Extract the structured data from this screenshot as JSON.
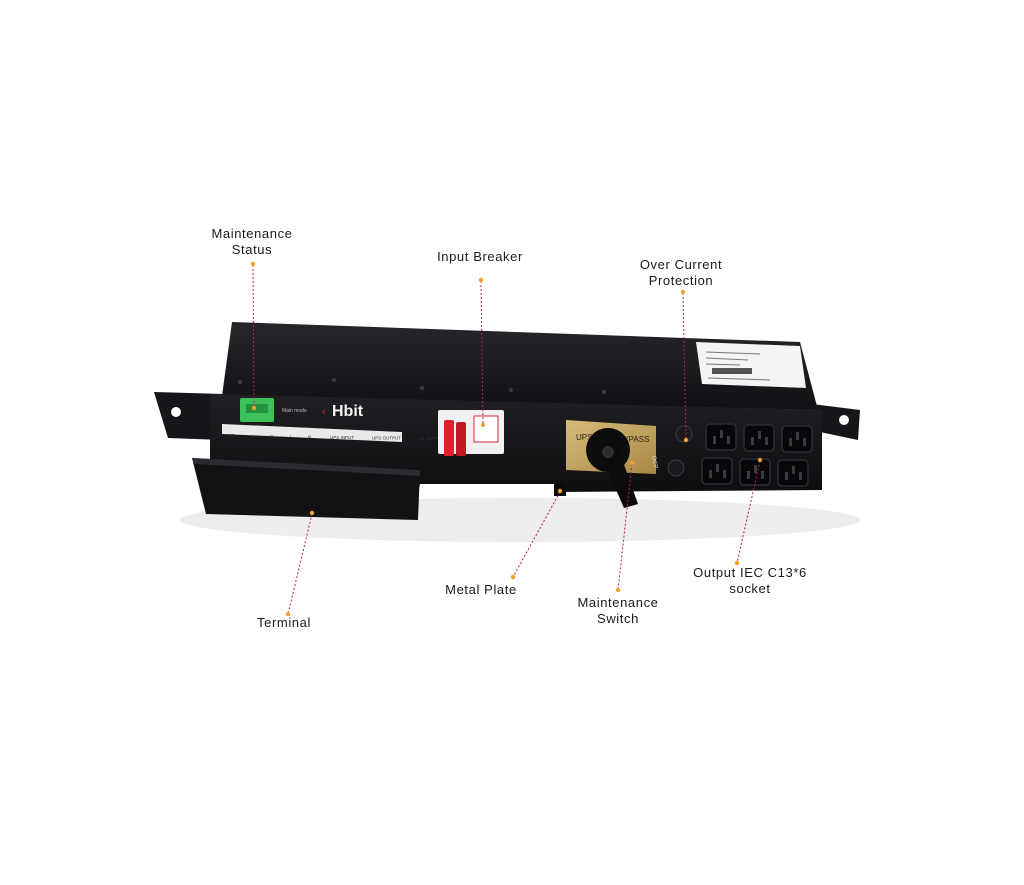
{
  "callouts": {
    "maintenance_status": [
      "Maintenance",
      "Status"
    ],
    "input_breaker": "Input Breaker",
    "over_current": [
      "Over Current",
      "Protection"
    ],
    "terminal": "Terminal",
    "metal_plate": "Metal Plate",
    "maintenance_switch": [
      "Maintenance",
      "Switch"
    ],
    "output_socket": [
      "Output IEC C13*6",
      "socket"
    ]
  },
  "device": {
    "brand": "Hbit",
    "switch_label_left": "UPS",
    "switch_label_right": "BYPASS",
    "small_print_left": "Main mode",
    "ocp_label": "OCP",
    "terminal_labels": [
      "PE",
      "L",
      "N",
      "L",
      "N",
      "UPS INPUT",
      "UPS OUTPUT",
      "AC OUTPUT"
    ]
  },
  "colors": {
    "chassis": "#1b1b1e",
    "chassis_top": "#2a2a2f",
    "leader_line": "#c2185b",
    "marker_dot": "#f0a030",
    "green_connector": "#3cc15a",
    "breaker_red": "#d9232e",
    "plate_gold": "#c8a55e",
    "label_white": "#f4f4f4"
  }
}
